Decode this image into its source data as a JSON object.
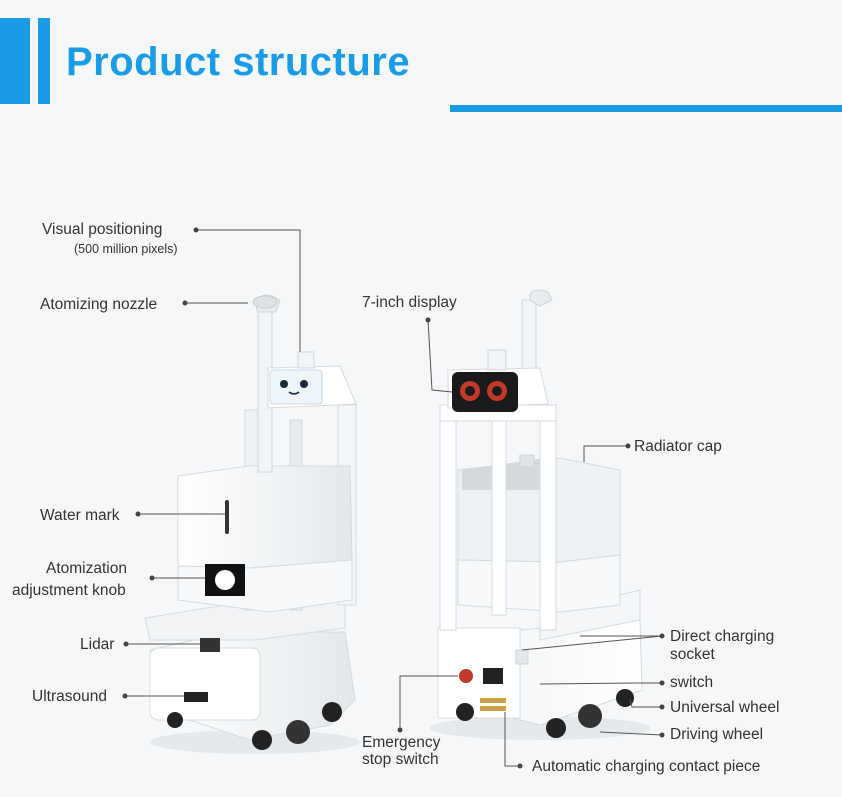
{
  "header": {
    "title": "Product structure",
    "accent_color": "#1a9be6"
  },
  "labels": {
    "visual_positioning": "Visual positioning",
    "visual_positioning_note": "(500 million pixels)",
    "atomizing_nozzle": "Atomizing nozzle",
    "water_mark": "Water mark",
    "atomization_line1": "Atomization",
    "atomization_line2": "adjustment knob",
    "lidar": "Lidar",
    "ultrasound": "Ultrasound",
    "seven_inch_display": "7-inch display",
    "radiator_cap": "Radiator cap",
    "direct_charging_line1": "Direct charging",
    "direct_charging_line2": "socket",
    "switch": "switch",
    "universal_wheel": "Universal wheel",
    "driving_wheel": "Driving wheel",
    "emergency_line1": "Emergency",
    "emergency_line2": "stop switch",
    "auto_charging_contact": "Automatic charging contact piece"
  },
  "robot_colors": {
    "body": "#ffffff",
    "shadow": "#dfe3e6",
    "dark": "#222222",
    "eye": "#c0392b"
  }
}
